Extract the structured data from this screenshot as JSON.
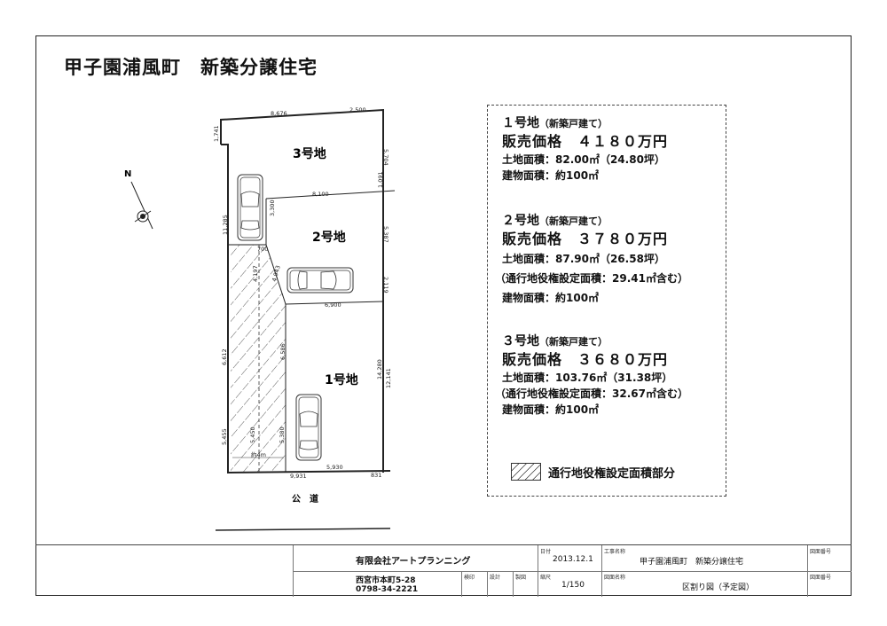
{
  "title": "甲子園浦風町　新築分譲住宅",
  "plan": {
    "lots": [
      "3号地",
      "2号地",
      "1号地"
    ],
    "road": "公　道",
    "north": "N",
    "dims": {
      "top_left": "8,676",
      "top_right": "2,500",
      "left_jog": "1,741",
      "right_3": "5,704",
      "mid": "8,100",
      "right_mid": "1,091",
      "left_3": "11,285",
      "inner_3": "3,300",
      "right_2": "5,387",
      "jog_700": "700",
      "diag_a": "4,197",
      "diag_b": "4,943",
      "right_2b": "2,119",
      "bottom_2": "6,900",
      "left_1": "6,612",
      "inner_1": "6,586",
      "right_1a": "14,280",
      "right_1b": "12,141",
      "left_1b": "5,455",
      "dash_1": "5,450",
      "inner_1b": "5,380",
      "width_4m": "約4m",
      "bottom_1": "5,930",
      "bottom_total": "9,931",
      "bottom_right": "831"
    }
  },
  "lots_info": [
    {
      "heading": "１号地",
      "type": "（新築戸建て）",
      "price": "販売価格　４１８０万円",
      "land": "土地面積：82.00㎡（24.80坪）",
      "easement": "",
      "building": "建物面積：約100㎡"
    },
    {
      "heading": "２号地",
      "type": "（新築戸建て）",
      "price": "販売価格　３７８０万円",
      "land": "土地面積：87.90㎡（26.58坪）",
      "easement": "（通行地役権設定面積：29.41㎡含む）",
      "building": "建物面積：約100㎡"
    },
    {
      "heading": "３号地",
      "type": "（新築戸建て）",
      "price": "販売価格　３６８０万円",
      "land": "土地面積：103.76㎡（31.38坪）",
      "easement": "（通行地役権設定面積：32.67㎡含む）",
      "building": "建物面積：約100㎡"
    }
  ],
  "legend": "通行地役権設定面積部分",
  "title_block": {
    "company": "有限会社アートプランニング",
    "address": "西宮市本町5-28",
    "phone": "0798-34-2221",
    "date_label": "日付",
    "date": "2013.12.1",
    "project_label": "工事名称",
    "project": "甲子園浦風町　新築分譲住宅",
    "drawing_no_label": "図面番号",
    "check_label": "検印",
    "design_label": "設計",
    "drafting_label": "製図",
    "scale_label": "縮尺",
    "scale": "1/150",
    "drawing_name_label": "図面名称",
    "drawing_name": "区割り図（予定図）",
    "drawing_no_label2": "図面番号"
  }
}
